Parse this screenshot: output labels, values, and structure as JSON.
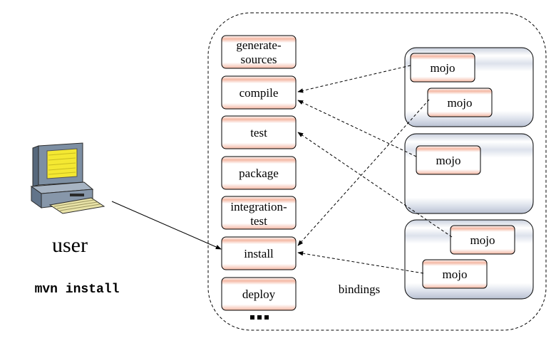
{
  "user": {
    "label": "user",
    "command": "mvn install",
    "computer_icon": "desktop-computer-icon"
  },
  "lifecycle": {
    "phases": [
      {
        "id": "generate-sources",
        "lines": [
          "generate-",
          "sources"
        ]
      },
      {
        "id": "compile",
        "lines": [
          "compile"
        ]
      },
      {
        "id": "test",
        "lines": [
          "test"
        ]
      },
      {
        "id": "package",
        "lines": [
          "package"
        ]
      },
      {
        "id": "integration-test",
        "lines": [
          "integration-",
          "test"
        ]
      },
      {
        "id": "install",
        "lines": [
          "install"
        ]
      },
      {
        "id": "deploy",
        "lines": [
          "deploy"
        ]
      }
    ],
    "more": "..."
  },
  "plugins": [
    {
      "mojos": [
        "mojo",
        "mojo"
      ]
    },
    {
      "mojos": [
        "mojo"
      ]
    },
    {
      "mojos": [
        "mojo",
        "mojo"
      ]
    }
  ],
  "bindings_label": "bindings",
  "colors": {
    "phase_stripe": "#f1a992",
    "phase_border": "#8b1a1a",
    "plugin_stripe": "#c8cfdc",
    "stroke": "#000000"
  }
}
